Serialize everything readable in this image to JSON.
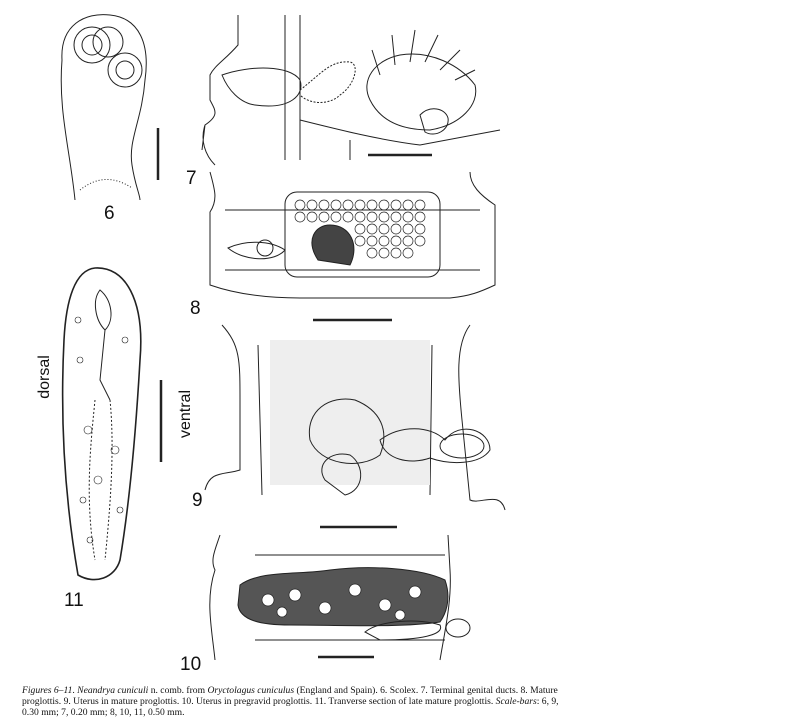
{
  "figure": {
    "panel_labels": [
      "6",
      "7",
      "8",
      "9",
      "10",
      "11"
    ],
    "orientation_labels": {
      "left": "dorsal",
      "right": "ventral"
    },
    "caption": {
      "figures": "Figures 6–11",
      "species": "Neandrya cuniculi",
      "part1": " n. comb. from ",
      "host": "Oryctolagus cuniculus",
      "part2": " (England and Spain). 6. Scolex. 7. Terminal genital ducts. 8. Mature proglottis. 9. Uterus in mature proglottis. 10. Uterus in pregravid proglottis. 11. Tranverse section of late mature proglottis. ",
      "scale_label": "Scale-bars",
      "scale_text": ": 6, 9, 0.30 mm; 7, 0.20 mm; 8, 10, 11, 0.50 mm."
    }
  }
}
